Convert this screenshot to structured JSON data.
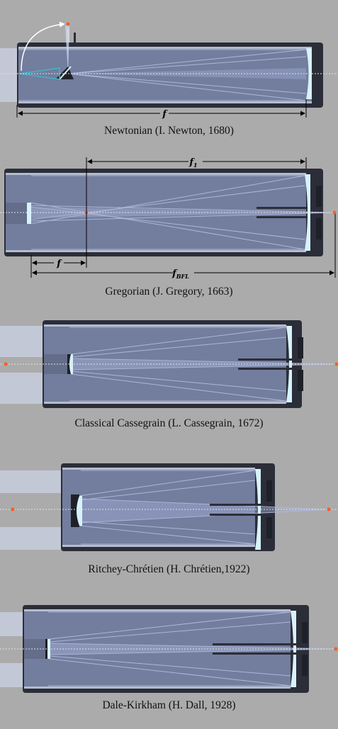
{
  "palette": {
    "background": "#ababab",
    "tube_body": "#707a9a",
    "tube_inner": "#7c86a6",
    "tube_cap": "#2b2e38",
    "incoming_light": "#c3c8d6",
    "ray": "#b3bde0",
    "mirror": "#d8f2fb",
    "focus_point": "#ff5a1f",
    "dimension_line": "#000000",
    "axis": "#e2e2e2"
  },
  "diagrams": [
    {
      "id": "newtonian",
      "caption": "Newtonian (I. Newton, 1680)",
      "dimensions": [
        "f"
      ]
    },
    {
      "id": "gregorian",
      "caption": "Gregorian (J. Gregory, 1663)",
      "dimensions": [
        "f1",
        "f",
        "fBFL"
      ]
    },
    {
      "id": "classical-cassegrain",
      "caption": "Classical Cassegrain (L. Cassegrain, 1672)",
      "dimensions": []
    },
    {
      "id": "ritchey-chretien",
      "caption": "Ritchey-Chrétien (H. Chrétien,1922)",
      "dimensions": []
    },
    {
      "id": "dale-kirkham",
      "caption": "Dale-Kirkham (H. Dall, 1928)",
      "dimensions": []
    }
  ],
  "labels": {
    "f": "f",
    "f1": "f",
    "f1_sub": "1",
    "fBFL": "f",
    "fBFL_sub": "BFL"
  }
}
